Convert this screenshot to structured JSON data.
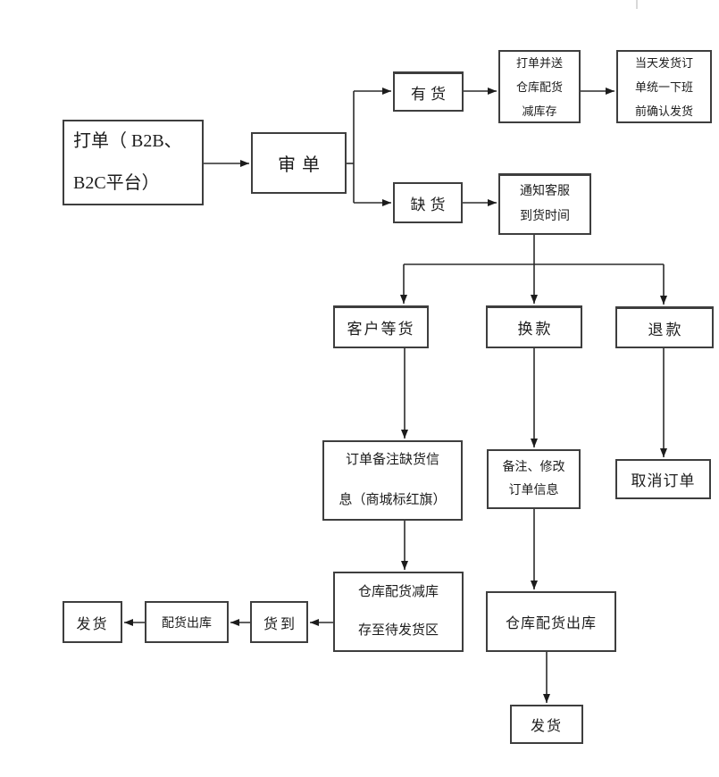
{
  "colors": {
    "background": "#ffffff",
    "box_border": "#3e3e3e",
    "connector_line": "#2b2b2b",
    "text": "#1c1c1c",
    "top_edge_artifact": "#d9d9d9"
  },
  "diagram": {
    "nodes": {
      "print_order": {
        "label": "打单（ B2B、\nB2C平台）"
      },
      "review": {
        "label": "审单"
      },
      "in_stock": {
        "label": "有货"
      },
      "pick_ship": {
        "label": "打单并送\n仓库配货\n减库存"
      },
      "same_day_confirm": {
        "label": "当天发货订\n单统一下班\n前确认发货"
      },
      "out_of_stock": {
        "label": "缺货"
      },
      "notify_cs": {
        "label": "通知客服\n到货时间"
      },
      "customer_wait": {
        "label": "客户等货"
      },
      "exchange": {
        "label": "换款"
      },
      "refund": {
        "label": "退款"
      },
      "order_note_flag": {
        "label": "订单备注缺货信\n息（商城标红旗）"
      },
      "note_modify_order": {
        "label": "备注、修改\n订单信息"
      },
      "cancel_order": {
        "label": "取消订单"
      },
      "warehouse_restock": {
        "label": "仓库配货减库\n存至待发货区"
      },
      "warehouse_pick_out": {
        "label": "仓库配货出库"
      },
      "goods_arrive": {
        "label": "货到"
      },
      "pick_outbound": {
        "label": "配货出库"
      },
      "ship_left": {
        "label": "发货"
      },
      "ship_bottom": {
        "label": "发货"
      }
    },
    "edges": [
      {
        "from": "print_order",
        "to": "review"
      },
      {
        "from": "review",
        "to": "in_stock"
      },
      {
        "from": "review",
        "to": "out_of_stock"
      },
      {
        "from": "in_stock",
        "to": "pick_ship"
      },
      {
        "from": "pick_ship",
        "to": "same_day_confirm"
      },
      {
        "from": "out_of_stock",
        "to": "notify_cs"
      },
      {
        "from": "notify_cs",
        "to": "customer_wait"
      },
      {
        "from": "notify_cs",
        "to": "exchange"
      },
      {
        "from": "notify_cs",
        "to": "refund"
      },
      {
        "from": "customer_wait",
        "to": "order_note_flag"
      },
      {
        "from": "exchange",
        "to": "note_modify_order"
      },
      {
        "from": "refund",
        "to": "cancel_order"
      },
      {
        "from": "order_note_flag",
        "to": "warehouse_restock"
      },
      {
        "from": "note_modify_order",
        "to": "warehouse_pick_out"
      },
      {
        "from": "warehouse_restock",
        "to": "goods_arrive"
      },
      {
        "from": "goods_arrive",
        "to": "pick_outbound"
      },
      {
        "from": "pick_outbound",
        "to": "ship_left"
      },
      {
        "from": "warehouse_pick_out",
        "to": "ship_bottom"
      }
    ]
  }
}
